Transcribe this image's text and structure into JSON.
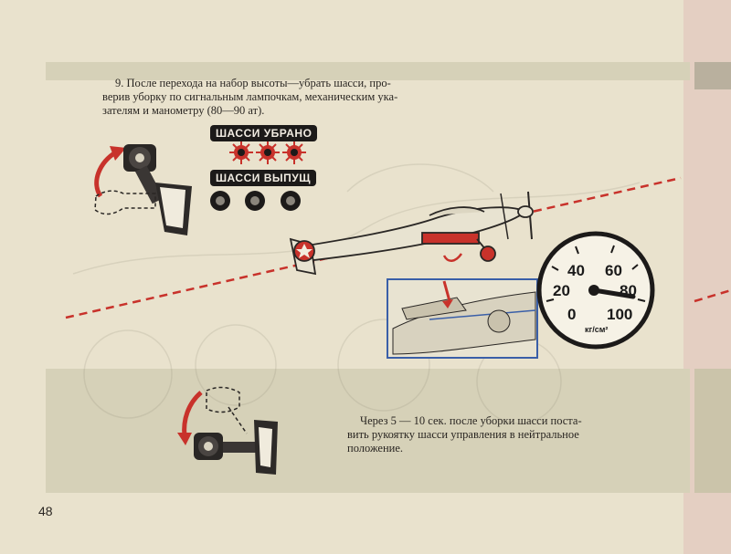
{
  "page_number": "48",
  "step_one": {
    "line1": "9. После перехода на набор высоты—убрать шасси, про-",
    "line2": "верив уборку по сигнальным лампочкам, механическим ука-",
    "line3": "зателям и манометру (80—90 ат)."
  },
  "indicator_panel": {
    "retracted_label": "ШАССИ УБРАНО",
    "extended_label": "ШАССИ ВЫПУЩ"
  },
  "gauge": {
    "ticks": [
      "20",
      "40",
      "60",
      "80",
      "0",
      "100"
    ],
    "unit": "кг/см²",
    "needle_value": 82
  },
  "step_two": {
    "line1": "Через 5 — 10 сек. после уборки шасси поста-",
    "line2": "вить рукоятку шасси управления в нейтральное",
    "line3": "положение."
  },
  "colors": {
    "accent_red": "#c8322b",
    "ink": "#1c1a19",
    "paper": "#e9e2cd"
  }
}
